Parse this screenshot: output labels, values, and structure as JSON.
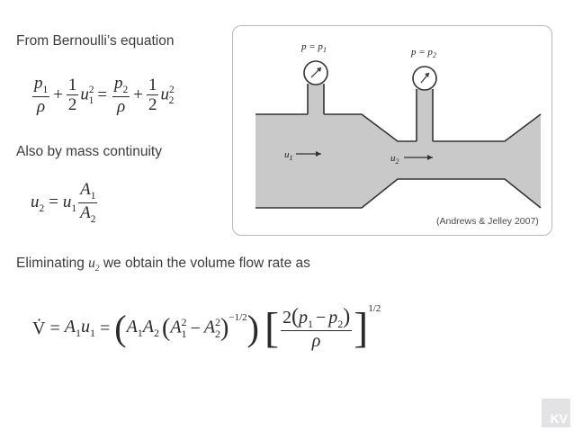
{
  "heading_bernoulli": "From Bernoulli’s equation",
  "heading_continuity": "Also by mass continuity",
  "heading_flow": "Eliminating u2 we obtain the volume flow rate as",
  "heading_flow_prefix": "Eliminating ",
  "heading_flow_var": "u",
  "heading_flow_sub": "2",
  "heading_flow_suffix": " we obtain the volume flow rate as",
  "citation": "(Andrews & Jelley 2007)",
  "logo": "KV",
  "figure": {
    "label_p1": "p = p",
    "label_p1_sub": "1",
    "label_p2": "p = p",
    "label_p2_sub": "2",
    "label_u1": "u",
    "label_u1_sub": "1",
    "label_u2": "u",
    "label_u2_sub": "2"
  },
  "eq1": {
    "p1": "p",
    "p1_sub": "1",
    "rho": "ρ",
    "plus": "+",
    "half_num": "1",
    "half_den": "2",
    "u1": "u",
    "u1_sub": "1",
    "sq": "2",
    "equals": "=",
    "p2": "p",
    "p2_sub": "2",
    "u2": "u",
    "u2_sub": "2"
  },
  "eq2": {
    "u2": "u",
    "u2_sub": "2",
    "equals": "=",
    "u1": "u",
    "u1_sub": "1",
    "A1": "A",
    "A1_sub": "1",
    "A2": "A",
    "A2_sub": "2"
  },
  "eq3": {
    "vdot": "V̇",
    "equals": "=",
    "A1": "A",
    "A1_sub": "1",
    "u1": "u",
    "u1_sub": "1",
    "A2": "A",
    "A2_sub": "2",
    "sq": "2",
    "minus": "−",
    "exp_neg_half": "−1/2",
    "two": "2",
    "p1": "p",
    "p1_sub": "1",
    "p2": "p",
    "p2_sub": "2",
    "rho": "ρ",
    "exp_half": "1/2"
  }
}
